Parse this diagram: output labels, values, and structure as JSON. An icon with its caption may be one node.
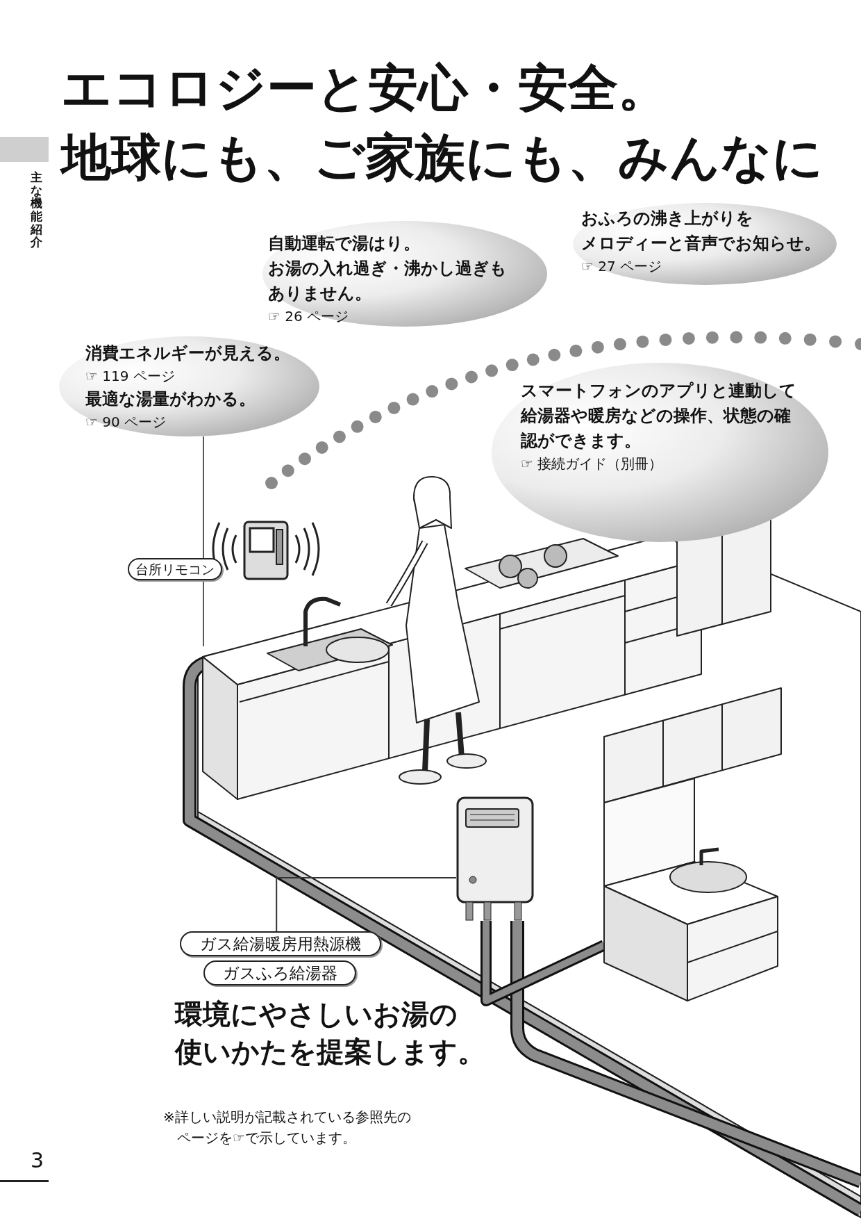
{
  "diagram": {
    "title": "エコロジーと安心・安全。地球にも、ご家族にも、みんなに",
    "nodes": [
      {
        "text": [
          "自動運転で湯はり。",
          "お湯の入れ過ぎ・沸かし過ぎもありません。",
          "☞ 26 ページ"
        ]
      },
      {
        "text": [
          "おふろの沸き上がりをメロディーと音声でお知らせ。",
          "☞ 27 ページ"
        ]
      },
      {
        "text": [
          "消費エネルギーが見える。",
          "☞ 119 ページ",
          "最適な湯量がわかる。",
          "☞ 90 ページ"
        ]
      },
      {
        "text": [
          "スマートフォンのアプリと連動して給湯器や暖房などの操作、状態の確認ができます。",
          "☞ 接続ガイド（別冊）"
        ]
      },
      {
        "text": [
          "台所リモコン"
        ]
      },
      {
        "text": [
          "ガス給湯暖房用熱源機"
        ]
      },
      {
        "text": [
          "ガスふろ給湯器"
        ]
      },
      {
        "text": [],
        "shape": "picture"
      }
    ],
    "edges": [
      {
        "from": 5,
        "to": 7,
        "arrow": "none"
      }
    ],
    "labels": [
      "主な機能紹介",
      "環境にやさしいお湯の使いかたを提案します。",
      "※詳しい説明が記載されている参照先のページを☞で示しています。",
      "3"
    ]
  }
}
